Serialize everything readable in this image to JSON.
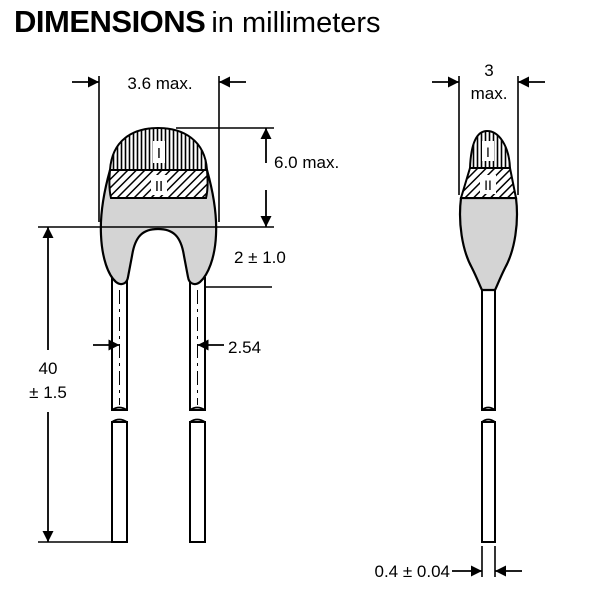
{
  "title": {
    "bold": "DIMENSIONS",
    "regular": "in millimeters"
  },
  "band_marks": {
    "upper": "I",
    "lower": "II"
  },
  "front_view": {
    "width_label": "3.6 max.",
    "height_label": "6.0 max.",
    "seating_label": "2 ± 1.0",
    "lead_spacing_label": "2.54",
    "lead_length_value": "40",
    "lead_length_tolerance": "± 1.5"
  },
  "side_view": {
    "thickness_value": "3",
    "thickness_suffix": "max.",
    "lead_diameter_label": "0.4 ± 0.04"
  },
  "colors": {
    "body": "#d4d4d4",
    "ink": "#000000",
    "background": "#ffffff"
  }
}
